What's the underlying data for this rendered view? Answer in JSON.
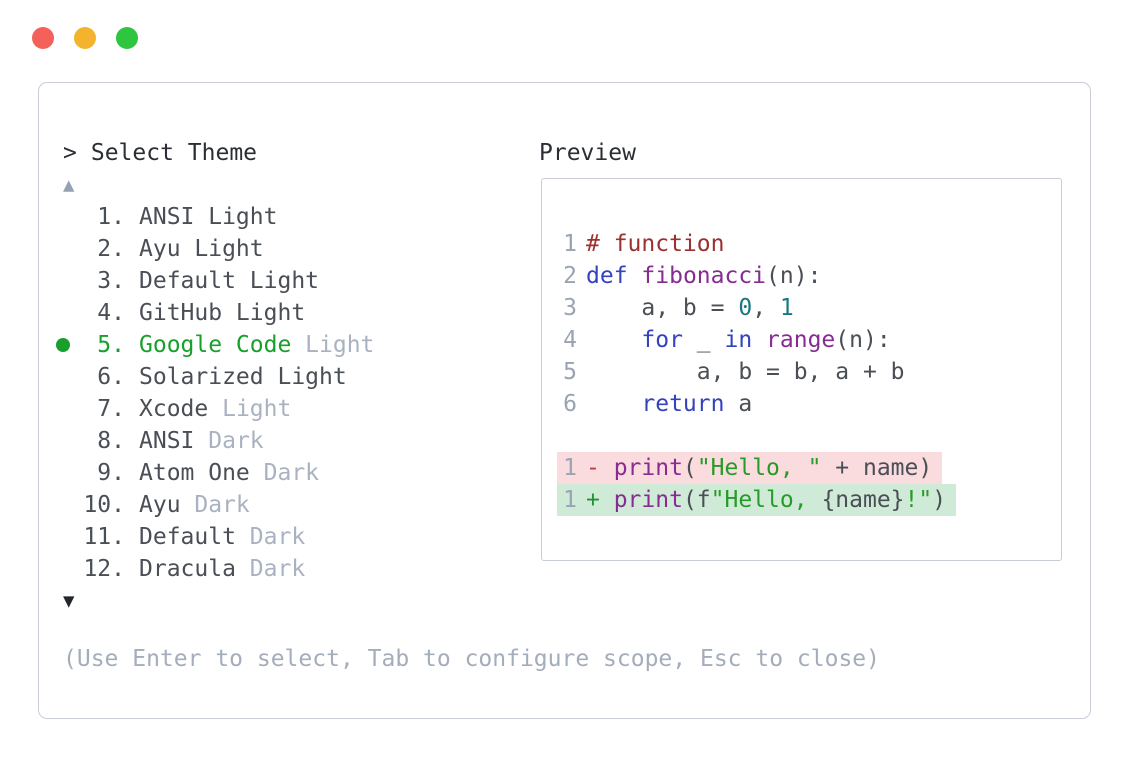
{
  "colors": {
    "traffic_red": "#f4615b",
    "traffic_yellow": "#f3b32d",
    "traffic_green": "#2ec53f",
    "panel_border": "#c8cdd5",
    "text_primary": "#2b2e34",
    "list_text": "#4a4e55",
    "muted": "#a9b2c0",
    "selected_green": "#18a02c",
    "scroll_up": "#96a0b3",
    "scroll_down": "#23262b",
    "hint": "#a4adbb",
    "line_number": "#9aa3b2",
    "comment": "#9c2f2f",
    "keyword": "#3343c0",
    "func": "#862c92",
    "number": "#17797f",
    "string": "#279b27",
    "diff_minus": "#c03a46",
    "diff_plus": "#1f9435",
    "removed_bg": "#fadbde",
    "added_bg": "#d0ead8"
  },
  "window": {
    "traffic_lights": [
      "close",
      "minimize",
      "zoom"
    ]
  },
  "prompt": {
    "caret": ">",
    "title": "Select Theme"
  },
  "list": {
    "scroll_up_symbol": "▲",
    "scroll_down_symbol": "▼",
    "items": [
      {
        "number": "1.",
        "selected": false,
        "segments": [
          {
            "text": "ANSI Light",
            "style": "primary"
          }
        ]
      },
      {
        "number": "2.",
        "selected": false,
        "segments": [
          {
            "text": "Ayu Light",
            "style": "primary"
          }
        ]
      },
      {
        "number": "3.",
        "selected": false,
        "segments": [
          {
            "text": "Default Light",
            "style": "primary"
          }
        ]
      },
      {
        "number": "4.",
        "selected": false,
        "segments": [
          {
            "text": "GitHub Light",
            "style": "primary"
          }
        ]
      },
      {
        "number": "5.",
        "selected": true,
        "segments": [
          {
            "text": "Google Code ",
            "style": "selected"
          },
          {
            "text": "Light",
            "style": "muted"
          }
        ]
      },
      {
        "number": "6.",
        "selected": false,
        "segments": [
          {
            "text": "Solarized Light",
            "style": "primary"
          }
        ]
      },
      {
        "number": "7.",
        "selected": false,
        "segments": [
          {
            "text": "Xcode ",
            "style": "primary"
          },
          {
            "text": "Light",
            "style": "muted"
          }
        ]
      },
      {
        "number": "8.",
        "selected": false,
        "segments": [
          {
            "text": "ANSI ",
            "style": "primary"
          },
          {
            "text": "Dark",
            "style": "muted"
          }
        ]
      },
      {
        "number": "9.",
        "selected": false,
        "segments": [
          {
            "text": "Atom One ",
            "style": "primary"
          },
          {
            "text": "Dark",
            "style": "muted"
          }
        ]
      },
      {
        "number": "10.",
        "selected": false,
        "segments": [
          {
            "text": "Ayu ",
            "style": "primary"
          },
          {
            "text": "Dark",
            "style": "muted"
          }
        ]
      },
      {
        "number": "11.",
        "selected": false,
        "segments": [
          {
            "text": "Default ",
            "style": "primary"
          },
          {
            "text": "Dark",
            "style": "muted"
          }
        ]
      },
      {
        "number": "12.",
        "selected": false,
        "segments": [
          {
            "text": "Dracula ",
            "style": "primary"
          },
          {
            "text": "Dark",
            "style": "muted"
          }
        ]
      }
    ]
  },
  "preview": {
    "label": "Preview",
    "code_lines": [
      {
        "number": "1",
        "tokens": [
          {
            "t": "# function",
            "c": "comment"
          }
        ]
      },
      {
        "number": "2",
        "tokens": [
          {
            "t": "def",
            "c": "keyword"
          },
          {
            "t": " ",
            "c": "plain"
          },
          {
            "t": "fibonacci",
            "c": "func"
          },
          {
            "t": "(n):",
            "c": "plain"
          }
        ]
      },
      {
        "number": "3",
        "tokens": [
          {
            "t": "    a, b = ",
            "c": "plain"
          },
          {
            "t": "0",
            "c": "number"
          },
          {
            "t": ", ",
            "c": "plain"
          },
          {
            "t": "1",
            "c": "number"
          }
        ]
      },
      {
        "number": "4",
        "tokens": [
          {
            "t": "    ",
            "c": "plain"
          },
          {
            "t": "for",
            "c": "keyword"
          },
          {
            "t": " _ ",
            "c": "plain"
          },
          {
            "t": "in",
            "c": "keyword"
          },
          {
            "t": " ",
            "c": "plain"
          },
          {
            "t": "range",
            "c": "func"
          },
          {
            "t": "(n):",
            "c": "plain"
          }
        ]
      },
      {
        "number": "5",
        "tokens": [
          {
            "t": "        a, b = b, a + b",
            "c": "plain"
          }
        ]
      },
      {
        "number": "6",
        "tokens": [
          {
            "t": "    ",
            "c": "plain"
          },
          {
            "t": "return",
            "c": "keyword"
          },
          {
            "t": " a",
            "c": "plain"
          }
        ]
      },
      {
        "number": "",
        "blank": true,
        "tokens": []
      },
      {
        "number": "1",
        "diff": "removed",
        "tokens": [
          {
            "t": "- ",
            "c": "minus"
          },
          {
            "t": "print",
            "c": "func"
          },
          {
            "t": "(",
            "c": "plain"
          },
          {
            "t": "\"Hello, \"",
            "c": "string"
          },
          {
            "t": " + name)",
            "c": "plain"
          }
        ]
      },
      {
        "number": "1",
        "diff": "added",
        "tokens": [
          {
            "t": "+ ",
            "c": "plus"
          },
          {
            "t": "print",
            "c": "func"
          },
          {
            "t": "(f",
            "c": "plain"
          },
          {
            "t": "\"Hello, ",
            "c": "string"
          },
          {
            "t": "{name}",
            "c": "plain"
          },
          {
            "t": "!\"",
            "c": "string"
          },
          {
            "t": ")",
            "c": "plain"
          }
        ]
      }
    ]
  },
  "footer": {
    "hint": "(Use Enter to select, Tab to configure scope, Esc to close)"
  }
}
